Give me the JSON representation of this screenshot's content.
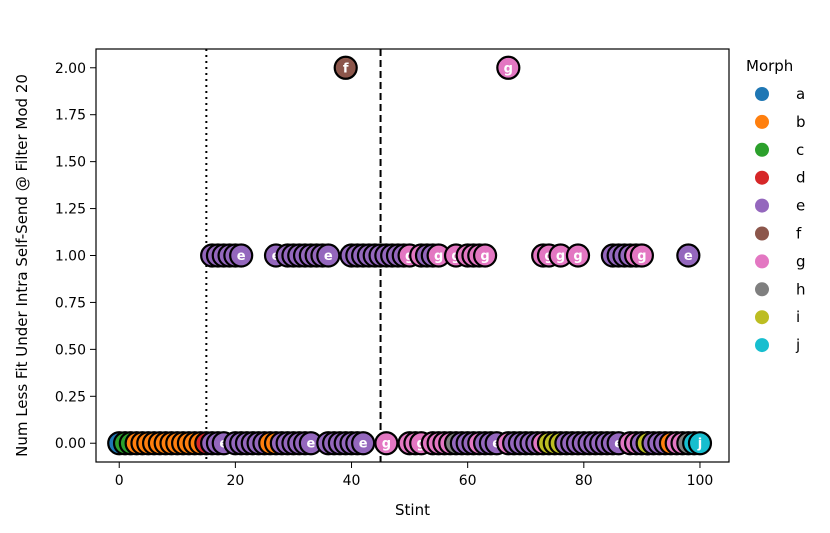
{
  "chart_data": {
    "type": "scatter",
    "xlabel": "Stint",
    "ylabel": "Num Less Fit Under Intra Self-Send @ Filter Mod 20",
    "xlim": [
      -4,
      105
    ],
    "ylim": [
      -0.1,
      2.1
    ],
    "xticks": [
      0,
      20,
      40,
      60,
      80,
      100
    ],
    "yticks": [
      0.0,
      0.25,
      0.5,
      0.75,
      1.0,
      1.25,
      1.5,
      1.75,
      2.0
    ],
    "ytick_labels": [
      "0.00",
      "0.25",
      "0.50",
      "0.75",
      "1.00",
      "1.25",
      "1.50",
      "1.75",
      "2.00"
    ],
    "vlines": [
      {
        "x": 15,
        "style": "dotted"
      },
      {
        "x": 45,
        "style": "dashed"
      }
    ],
    "legend": {
      "title": "Morph",
      "placement": "outside-right",
      "entries": [
        {
          "label": "a",
          "color": "#1f77b4"
        },
        {
          "label": "b",
          "color": "#ff7f0e"
        },
        {
          "label": "c",
          "color": "#2ca02c"
        },
        {
          "label": "d",
          "color": "#d62728"
        },
        {
          "label": "e",
          "color": "#9467bd"
        },
        {
          "label": "f",
          "color": "#8c564b"
        },
        {
          "label": "g",
          "color": "#e377c2"
        },
        {
          "label": "h",
          "color": "#7f7f7f"
        },
        {
          "label": "i",
          "color": "#bcbd22"
        },
        {
          "label": "j",
          "color": "#17becf"
        }
      ]
    },
    "series": [
      {
        "name": "a",
        "points": [
          [
            0,
            0
          ]
        ]
      },
      {
        "name": "b",
        "points": [
          [
            3,
            0
          ],
          [
            4,
            0
          ],
          [
            5,
            0
          ],
          [
            6,
            0
          ],
          [
            7,
            0
          ],
          [
            8,
            0
          ],
          [
            9,
            0
          ],
          [
            10,
            0
          ],
          [
            11,
            0
          ],
          [
            12,
            0
          ],
          [
            13,
            0
          ],
          [
            14,
            0
          ],
          [
            26,
            0
          ],
          [
            27,
            0
          ],
          [
            95,
            0
          ]
        ]
      },
      {
        "name": "c",
        "points": [
          [
            1,
            0
          ],
          [
            2,
            0
          ]
        ]
      },
      {
        "name": "d",
        "points": [
          [
            15,
            0
          ]
        ]
      },
      {
        "name": "e",
        "points": [
          [
            16,
            0
          ],
          [
            17,
            0
          ],
          [
            18,
            0
          ],
          [
            20,
            0
          ],
          [
            21,
            0
          ],
          [
            22,
            0
          ],
          [
            23,
            0
          ],
          [
            24,
            0
          ],
          [
            25,
            0
          ],
          [
            28,
            0
          ],
          [
            29,
            0
          ],
          [
            30,
            0
          ],
          [
            31,
            0
          ],
          [
            32,
            0
          ],
          [
            33,
            0
          ],
          [
            36,
            0
          ],
          [
            37,
            0
          ],
          [
            38,
            0
          ],
          [
            39,
            0
          ],
          [
            40,
            0
          ],
          [
            41,
            0
          ],
          [
            42,
            0
          ],
          [
            59,
            0
          ],
          [
            60,
            0
          ],
          [
            61,
            0
          ],
          [
            63,
            0
          ],
          [
            64,
            0
          ],
          [
            65,
            0
          ],
          [
            68,
            0
          ],
          [
            69,
            0
          ],
          [
            70,
            0
          ],
          [
            71,
            0
          ],
          [
            72,
            0
          ],
          [
            77,
            0
          ],
          [
            78,
            0
          ],
          [
            79,
            0
          ],
          [
            80,
            0
          ],
          [
            81,
            0
          ],
          [
            82,
            0
          ],
          [
            83,
            0
          ],
          [
            84,
            0
          ],
          [
            85,
            0
          ],
          [
            86,
            0
          ],
          [
            90,
            0
          ],
          [
            91,
            0
          ],
          [
            92,
            0
          ],
          [
            93,
            0
          ],
          [
            94,
            0
          ],
          [
            16,
            1
          ],
          [
            17,
            1
          ],
          [
            18,
            1
          ],
          [
            19,
            1
          ],
          [
            20,
            1
          ],
          [
            21,
            1
          ],
          [
            27,
            1
          ],
          [
            29,
            1
          ],
          [
            30,
            1
          ],
          [
            31,
            1
          ],
          [
            32,
            1
          ],
          [
            33,
            1
          ],
          [
            34,
            1
          ],
          [
            35,
            1
          ],
          [
            36,
            1
          ],
          [
            40,
            1
          ],
          [
            41,
            1
          ],
          [
            42,
            1
          ],
          [
            43,
            1
          ],
          [
            44,
            1
          ],
          [
            45,
            1
          ],
          [
            46,
            1
          ],
          [
            47,
            1
          ],
          [
            48,
            1
          ],
          [
            49,
            1
          ],
          [
            53,
            1
          ],
          [
            54,
            1
          ],
          [
            85,
            1
          ],
          [
            86,
            1
          ],
          [
            87,
            1
          ],
          [
            88,
            1
          ],
          [
            98,
            1
          ]
        ]
      },
      {
        "name": "f",
        "points": [
          [
            39,
            2
          ]
        ]
      },
      {
        "name": "g",
        "points": [
          [
            46,
            0
          ],
          [
            50,
            0
          ],
          [
            51,
            0
          ],
          [
            52,
            0
          ],
          [
            54,
            0
          ],
          [
            55,
            0
          ],
          [
            56,
            0
          ],
          [
            57,
            0
          ],
          [
            62,
            0
          ],
          [
            67,
            0
          ],
          [
            73,
            0
          ],
          [
            88,
            0
          ],
          [
            89,
            0
          ],
          [
            96,
            0
          ],
          [
            97,
            0
          ],
          [
            50,
            1
          ],
          [
            52,
            1
          ],
          [
            55,
            1
          ],
          [
            58,
            1
          ],
          [
            60,
            1
          ],
          [
            61,
            1
          ],
          [
            62,
            1
          ],
          [
            63,
            1
          ],
          [
            73,
            1
          ],
          [
            74,
            1
          ],
          [
            76,
            1
          ],
          [
            79,
            1
          ],
          [
            89,
            1
          ],
          [
            90,
            1
          ],
          [
            67,
            2
          ]
        ]
      },
      {
        "name": "h",
        "points": [
          [
            58,
            0
          ],
          [
            98,
            0
          ]
        ]
      },
      {
        "name": "i",
        "points": [
          [
            74,
            0
          ],
          [
            75,
            0
          ],
          [
            76,
            0
          ],
          [
            91,
            0
          ]
        ]
      },
      {
        "name": "j",
        "points": [
          [
            99,
            0
          ],
          [
            100,
            0
          ]
        ]
      }
    ]
  }
}
